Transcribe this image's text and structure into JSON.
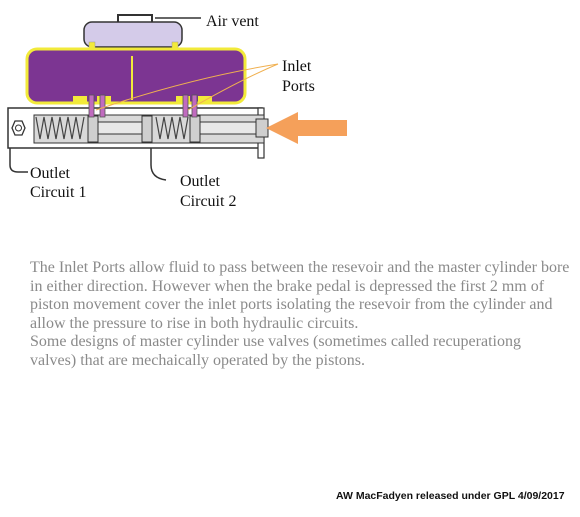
{
  "labels": {
    "air_vent": "Air vent",
    "inlet_ports_line1": "Inlet",
    "inlet_ports_line2": "Ports",
    "outlet_circuit_1_line1": "Outlet",
    "outlet_circuit_1_line2": "Circuit 1",
    "outlet_circuit_2_line1": "Outlet",
    "outlet_circuit_2_line2": "Circuit 2"
  },
  "description": {
    "paragraph_1": "The Inlet Ports allow fluid to pass between the resevoir and the master cylinder bore in either direction. However when the brake pedal is depressed the first 2 mm of piston movement  cover the inlet ports isolating the resevoir from the cylinder and allow the pressure to rise in both hydraulic circuits.",
    "paragraph_2": "Some designs of master cylinder use valves (sometimes called recuperationg valves) that are mechaically  operated by the pistons."
  },
  "credit": "AW MacFadyen released under GPL 4/09/2017",
  "colors": {
    "reservoir_fill": "#7c3592",
    "reservoir_outline": "#f2ea3a",
    "cap_fill": "#d4cbe9",
    "bore_fill": "#d9d9d9",
    "arrow": "#f5a05a",
    "leader_line": "#f0b050",
    "port_fill": "#c06bbf"
  },
  "icons": {
    "outlet_nut": "hexagon-nut-icon",
    "push_arrow": "arrow-left-icon"
  }
}
